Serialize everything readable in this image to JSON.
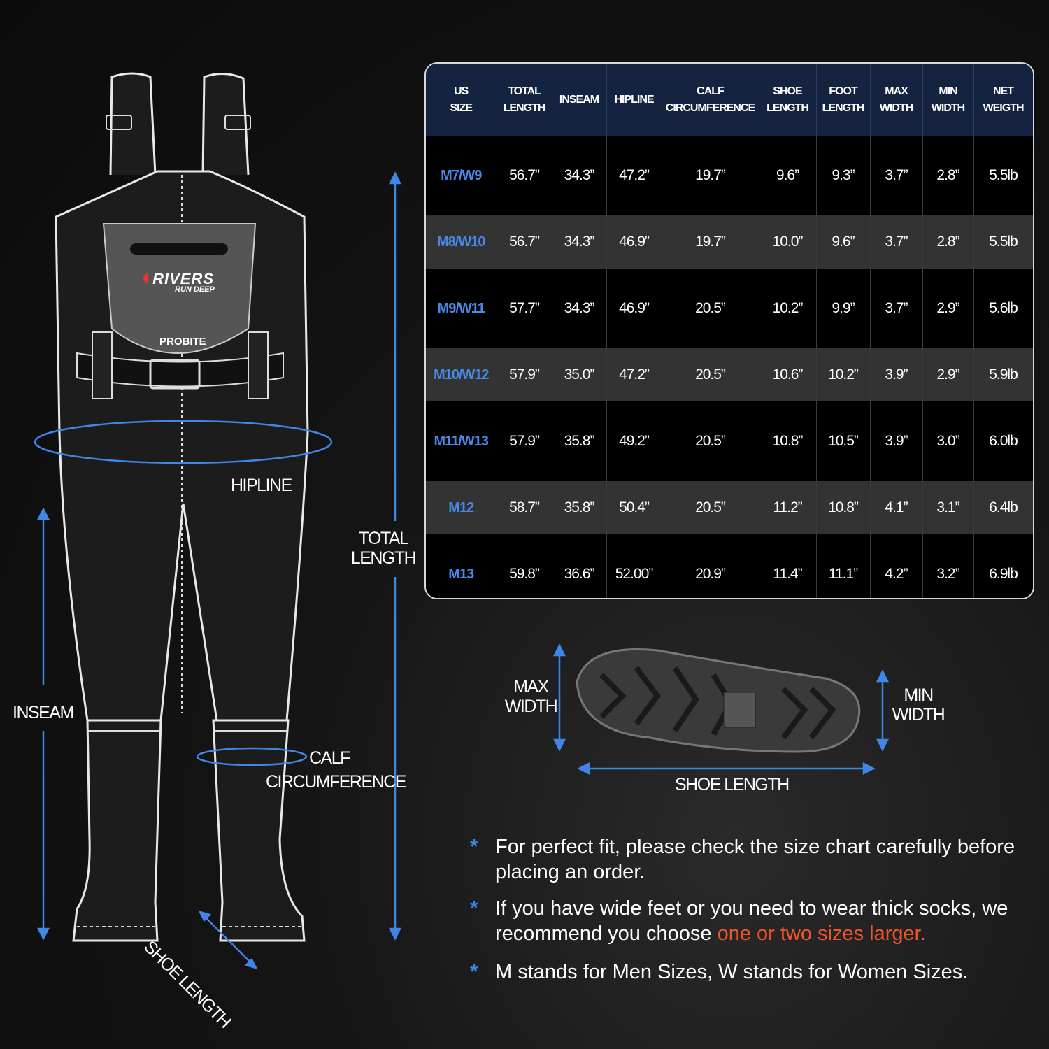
{
  "colors": {
    "accent_blue": "#4a88e8",
    "header_bg": "#142440",
    "highlight": "#f0542a"
  },
  "logo": {
    "brand_line1": "RIVERS",
    "brand_line2": "RUN DEEP",
    "model": "PROBITE"
  },
  "labels": {
    "hipline": "HIPLINE",
    "total_length": [
      "TOTAL",
      "LENGTH"
    ],
    "inseam": "INSEAM",
    "calf": [
      "CALF",
      "CIRCUMFERENCE"
    ],
    "shoe_length_diag": "SHOE LENGTH",
    "max_width": [
      "MAX",
      "WIDTH"
    ],
    "min_width": [
      "MIN",
      "WIDTH"
    ],
    "shoe_length": "SHOE LENGTH"
  },
  "table": {
    "headers": [
      [
        "US",
        "SIZE"
      ],
      [
        "TOTAL",
        "LENGTH"
      ],
      [
        "INSEAM",
        ""
      ],
      [
        "HIPLINE",
        ""
      ],
      [
        "CALF",
        "CIRCUMFERENCE"
      ],
      [
        "SHOE",
        "LENGTH"
      ],
      [
        "FOOT",
        "LENGTH"
      ],
      [
        "MAX",
        "WIDTH"
      ],
      [
        "MIN",
        "WIDTH"
      ],
      [
        "NET",
        "WEIGTH"
      ]
    ],
    "rows": [
      [
        "M7/W9",
        "56.7”",
        "34.3”",
        "47.2”",
        "19.7”",
        "9.6”",
        "9.3”",
        "3.7”",
        "2.8”",
        "5.5lb"
      ],
      [
        "M8/W10",
        "56.7”",
        "34.3”",
        "46.9”",
        "19.7”",
        "10.0”",
        "9.6”",
        "3.7”",
        "2.8”",
        "5.5lb"
      ],
      [
        "M9/W11",
        "57.7”",
        "34.3”",
        "46.9”",
        "20.5”",
        "10.2”",
        "9.9”",
        "3.7”",
        "2.9”",
        "5.6lb"
      ],
      [
        "M10/W12",
        "57.9”",
        "35.0”",
        "47.2”",
        "20.5”",
        "10.6”",
        "10.2”",
        "3.9”",
        "2.9”",
        "5.9lb"
      ],
      [
        "M11/W13",
        "57.9”",
        "35.8”",
        "49.2”",
        "20.5”",
        "10.8”",
        "10.5”",
        "3.9”",
        "3.0”",
        "6.0lb"
      ],
      [
        "M12",
        "58.7”",
        "35.8”",
        "50.4”",
        "20.5”",
        "11.2”",
        "10.8”",
        "4.1”",
        "3.1”",
        "6.4lb"
      ],
      [
        "M13",
        "59.8”",
        "36.6”",
        "52.00”",
        "20.9”",
        "11.4”",
        "11.1”",
        "4.2”",
        "3.2”",
        "6.9lb"
      ]
    ]
  },
  "notes": [
    {
      "bullet": "*",
      "text": "For perfect fit, please check the size chart carefully before placing an order.",
      "highlight": ""
    },
    {
      "bullet": "*",
      "text": "If you have wide feet or you need to wear thick socks, we recommend you choose ",
      "highlight": "one or two sizes larger."
    },
    {
      "bullet": "*",
      "text": "M stands for Men Sizes, W stands for Women Sizes.",
      "highlight": ""
    }
  ]
}
